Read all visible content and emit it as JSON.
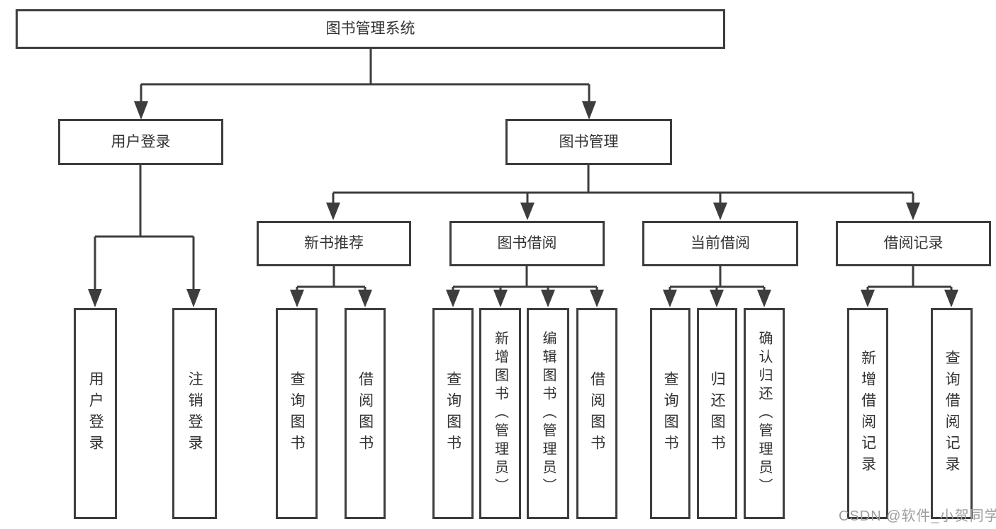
{
  "diagram": {
    "root": {
      "label": "图书管理系统"
    },
    "level2": [
      {
        "label": "用户登录"
      },
      {
        "label": "图书管理"
      }
    ],
    "level3": [
      {
        "label": "新书推荐"
      },
      {
        "label": "图书借阅"
      },
      {
        "label": "当前借阅"
      },
      {
        "label": "借阅记录"
      }
    ],
    "leaves": {
      "user_login": [
        {
          "label": "用户登录"
        },
        {
          "label": "注销登录"
        }
      ],
      "new_books": [
        {
          "label": "查询图书"
        },
        {
          "label": "借阅图书"
        }
      ],
      "book_borrow": [
        {
          "label": "查询图书"
        },
        {
          "label": "新增图书（管理员）"
        },
        {
          "label": "编辑图书（管理员）"
        },
        {
          "label": "借阅图书"
        }
      ],
      "current_borrow": [
        {
          "label": "查询图书"
        },
        {
          "label": "归还图书"
        },
        {
          "label": "确认归还（管理员）"
        }
      ],
      "borrow_records": [
        {
          "label": "新增借阅记录"
        },
        {
          "label": "查询借阅记录"
        }
      ]
    },
    "watermark": "CSDN @软件_小贺同学",
    "colors": {
      "line": "#3d3d3d",
      "text": "#333333",
      "watermark": "#9e9e9e",
      "background": "#ffffff"
    }
  }
}
